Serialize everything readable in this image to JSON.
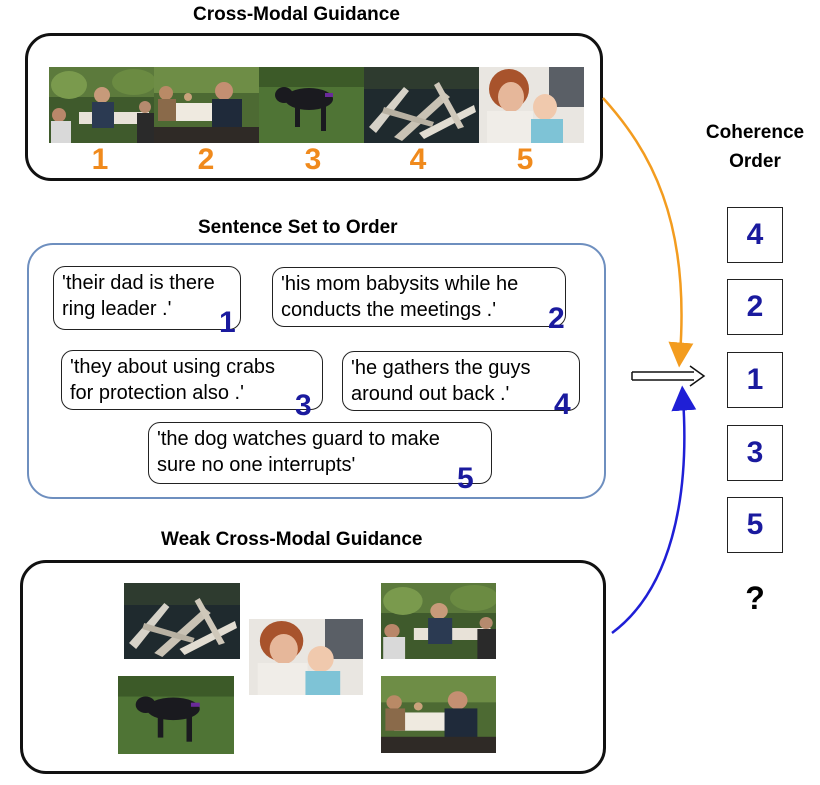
{
  "titles": {
    "cross_modal": "Cross-Modal Guidance",
    "sentence_set": "Sentence Set to Order",
    "weak_cross_modal": "Weak Cross-Modal Guidance",
    "coherence_line1": "Coherence",
    "coherence_line2": "Order"
  },
  "image_numbers": [
    "1",
    "2",
    "3",
    "4",
    "5"
  ],
  "sentences": [
    {
      "line1": "'their dad is there",
      "line2": "ring leader .'",
      "num": "1"
    },
    {
      "line1": "'his mom babysits while he",
      "line2": "conducts the meetings .'",
      "num": "2"
    },
    {
      "line1": "'they about using crabs",
      "line2": "for protection also .'",
      "num": "3"
    },
    {
      "line1": "'he gathers the guys",
      "line2": "around out back .'",
      "num": "4"
    },
    {
      "line1": "'the dog watches guard to make",
      "line2": "sure no one interrupts'",
      "num": "5"
    }
  ],
  "coherence_order": [
    "4",
    "2",
    "1",
    "3",
    "5"
  ],
  "unknown_mark": "?",
  "colors": {
    "orange_numbers": "#f08a1c",
    "blue_numbers": "#1a1a9e",
    "orange_arrow": "#f39c1f",
    "blue_arrow": "#1f1fd6",
    "sentence_box_border": "#6e8fbf"
  },
  "photo_subjects": [
    "men-at-table",
    "man-with-table",
    "black-dog",
    "driftwood-pile",
    "grandmother-and-baby"
  ]
}
